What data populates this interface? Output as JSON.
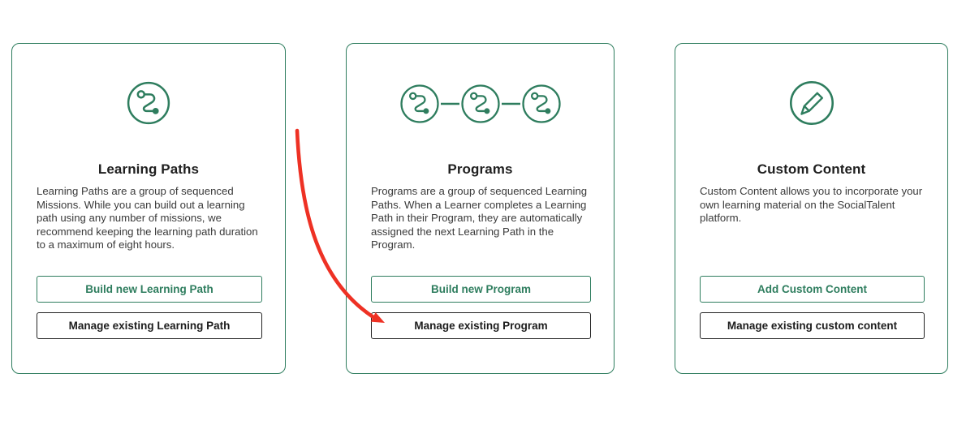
{
  "colors": {
    "green": "#2e7d5e",
    "dark_text": "#1f1f1f",
    "body_text": "#3a3a3a",
    "secondary_border": "#232323",
    "annotation_red": "#ee3124",
    "background": "#ffffff"
  },
  "cards": [
    {
      "id": "learning-paths",
      "icon": "learning-path-icon",
      "title": "Learning Paths",
      "description": "Learning Paths are a group of sequenced Missions. While you can build out a learning path using any number of missions, we recommend keeping the learning path duration to a maximum of eight hours.",
      "primary_button": "Build new Learning Path",
      "secondary_button": "Manage existing Learning Path"
    },
    {
      "id": "programs",
      "icon": "program-chain-icon",
      "title": "Programs",
      "description": "Programs are a group of sequenced Learning Paths. When a Learner completes a Learning Path in their Program, they are automatically assigned the next Learning Path in the Program.",
      "primary_button": "Build new Program",
      "secondary_button": "Manage existing Program"
    },
    {
      "id": "custom-content",
      "icon": "pencil-icon",
      "title": "Custom Content",
      "description": "Custom Content allows you to incorporate your own learning material on the SocialTalent platform.",
      "primary_button": "Add Custom Content",
      "secondary_button": "Manage existing custom content"
    }
  ],
  "annotation": {
    "shape": "curved-red-arrow",
    "color": "#ee3124",
    "points_to": "Manage existing Program"
  }
}
